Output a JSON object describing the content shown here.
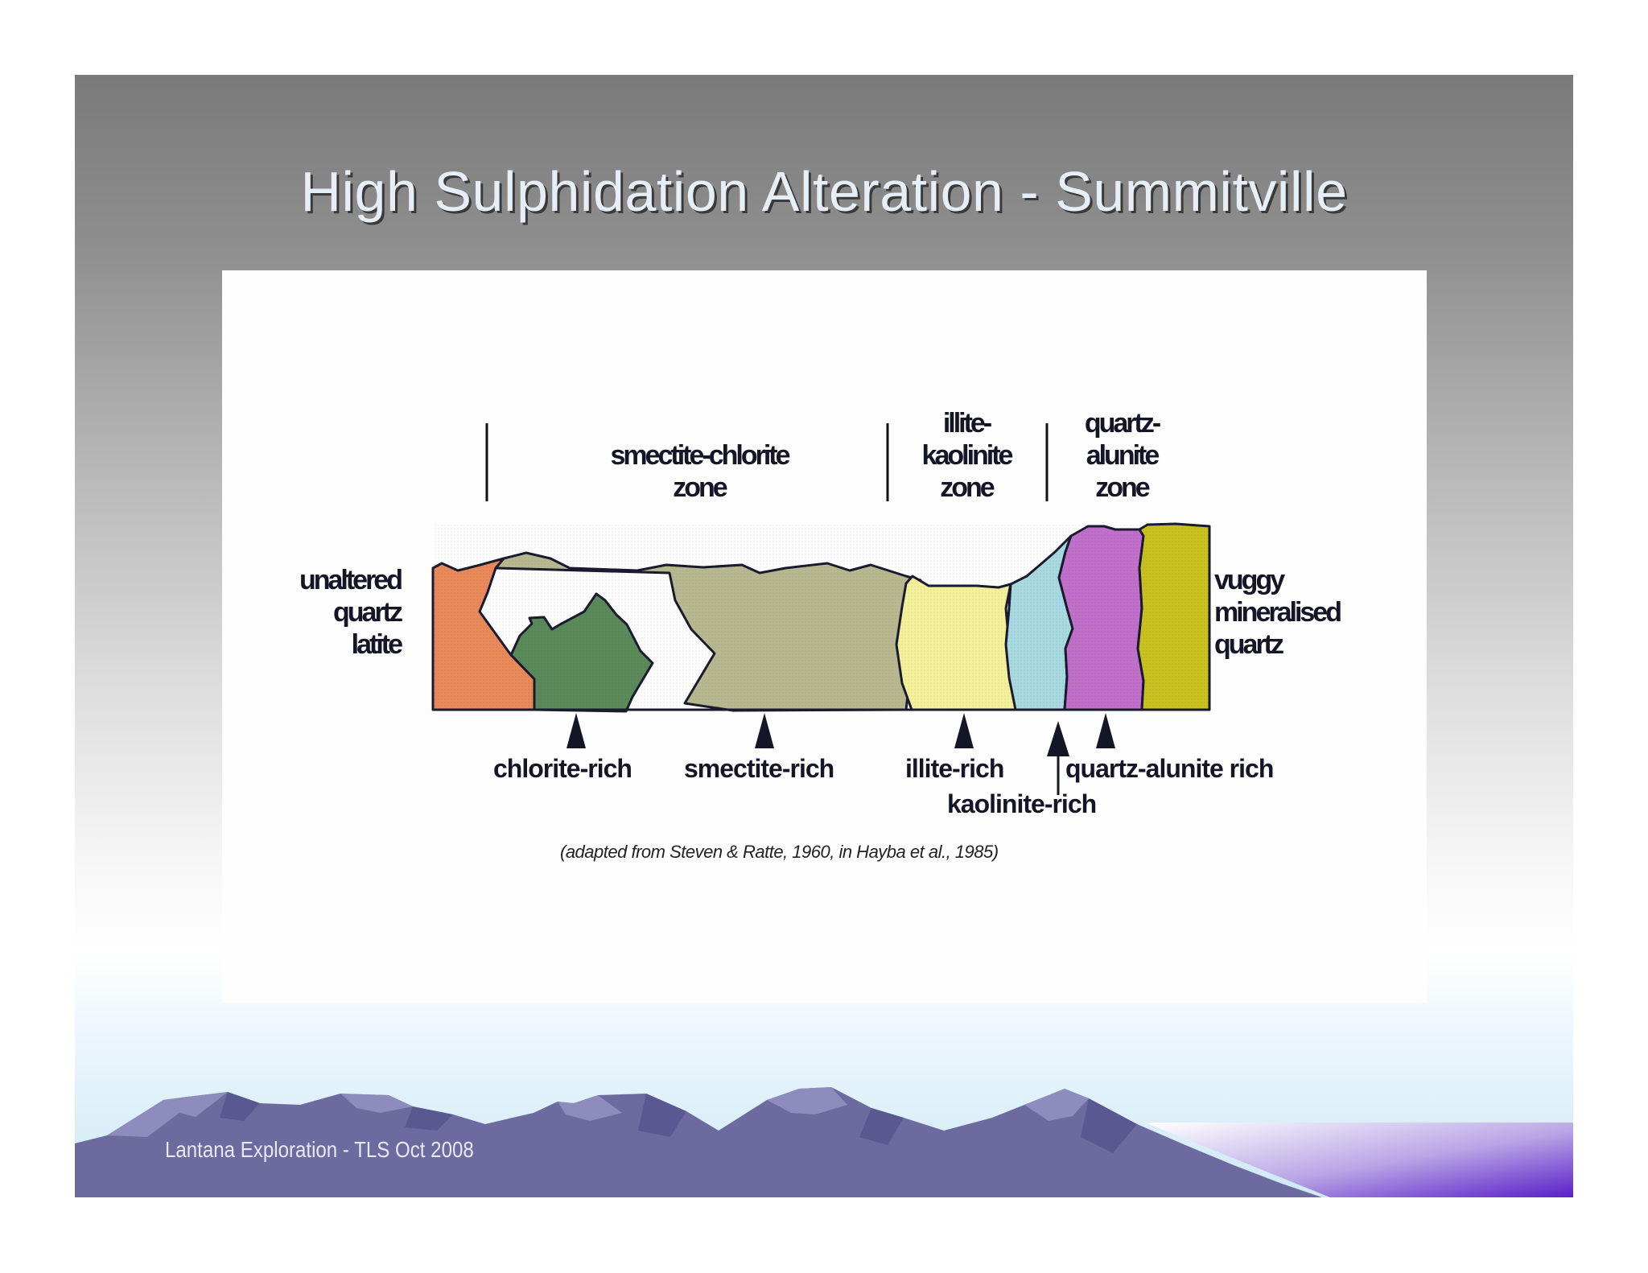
{
  "slide": {
    "title": "High Sulphidation Alteration - Summitville",
    "footer": "Lantana Exploration - TLS Oct 2008"
  },
  "diagram": {
    "zone_labels": {
      "smectite_chlorite": [
        "smectite-chlorite",
        "zone"
      ],
      "illite_kaolinite": [
        "illite-",
        "kaolinite",
        "zone"
      ],
      "quartz_alunite": [
        "quartz-",
        "alunite",
        "zone"
      ]
    },
    "left_label": [
      "unaltered",
      "quartz",
      "latite"
    ],
    "right_label": [
      "vuggy",
      "mineralised",
      "quartz"
    ],
    "bottom_labels": {
      "chlorite_rich": "chlorite-rich",
      "smectite_rich": "smectite-rich",
      "illite_rich": "illite-rich",
      "quartz_alunite_rich": "quartz-alunite rich",
      "kaolinite_rich": "kaolinite-rich"
    },
    "citation": "(adapted from Steven & Ratte, 1960, in Hayba et al., 1985)",
    "colors": {
      "unaltered": "#e8895a",
      "chlorite": "#5a8a5a",
      "smectite": "#b8b890",
      "illite": "#f4f09a",
      "kaolinite": "#a8d8e0",
      "quartz_alunite": "#c070c8",
      "vuggy_quartz": "#c8c020"
    }
  }
}
